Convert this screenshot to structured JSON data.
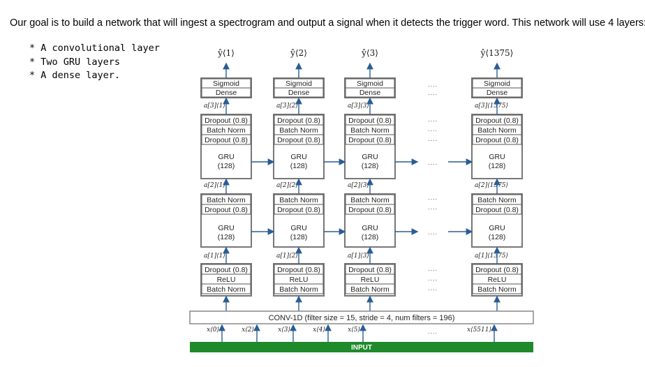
{
  "intro": "Our goal is to build a network that will ingest a spectrogram and output a signal when it detects the trigger word. This network will use 4 layers:",
  "bullets": [
    "* A convolutional layer",
    "* Two GRU layers",
    "* A dense layer."
  ],
  "diagram": {
    "columns": [
      {
        "y": "ŷ⟨1⟩",
        "a3": "a[3]⟨1⟩",
        "a2": "a[2]⟨1⟩",
        "a1": "a[1]⟨1⟩"
      },
      {
        "y": "ŷ⟨2⟩",
        "a3": "a[3]⟨2⟩",
        "a2": "a[2]⟨2⟩",
        "a1": "a[1]⟨2⟩"
      },
      {
        "y": "ŷ⟨3⟩",
        "a3": "a[3]⟨3⟩",
        "a2": "a[2]⟨3⟩",
        "a1": "a[1]⟨3⟩"
      },
      {
        "y": "ŷ⟨1375⟩",
        "a3": "a[3]⟨1375⟩",
        "a2": "a[2]⟨1375⟩",
        "a1": "a[1]⟨1375⟩"
      }
    ],
    "dense_block": [
      "Sigmoid",
      "Dense"
    ],
    "gru2_block": [
      "Dropout (0.8)",
      "Batch Norm",
      "Dropout (0.8)"
    ],
    "gru1_block": [
      "Batch Norm",
      "Dropout (0.8)"
    ],
    "conv_block": [
      "Dropout (0.8)",
      "ReLU",
      "Batch Norm"
    ],
    "gru_label": [
      "GRU",
      "(128)"
    ],
    "dots": "....",
    "conv_label": "CONV-1D (filter size = 15, stride = 4, num filters = 196)",
    "inputs": [
      "x⟨0⟩",
      "x⟨2⟩",
      "x⟨3⟩",
      "x⟨4⟩",
      "x⟨5⟩",
      "x⟨5511⟩"
    ],
    "input_label": "INPUT",
    "colors": {
      "arrow": "#2a5d94",
      "input_bar": "#1e8a2a",
      "block_border": "#555555"
    }
  }
}
